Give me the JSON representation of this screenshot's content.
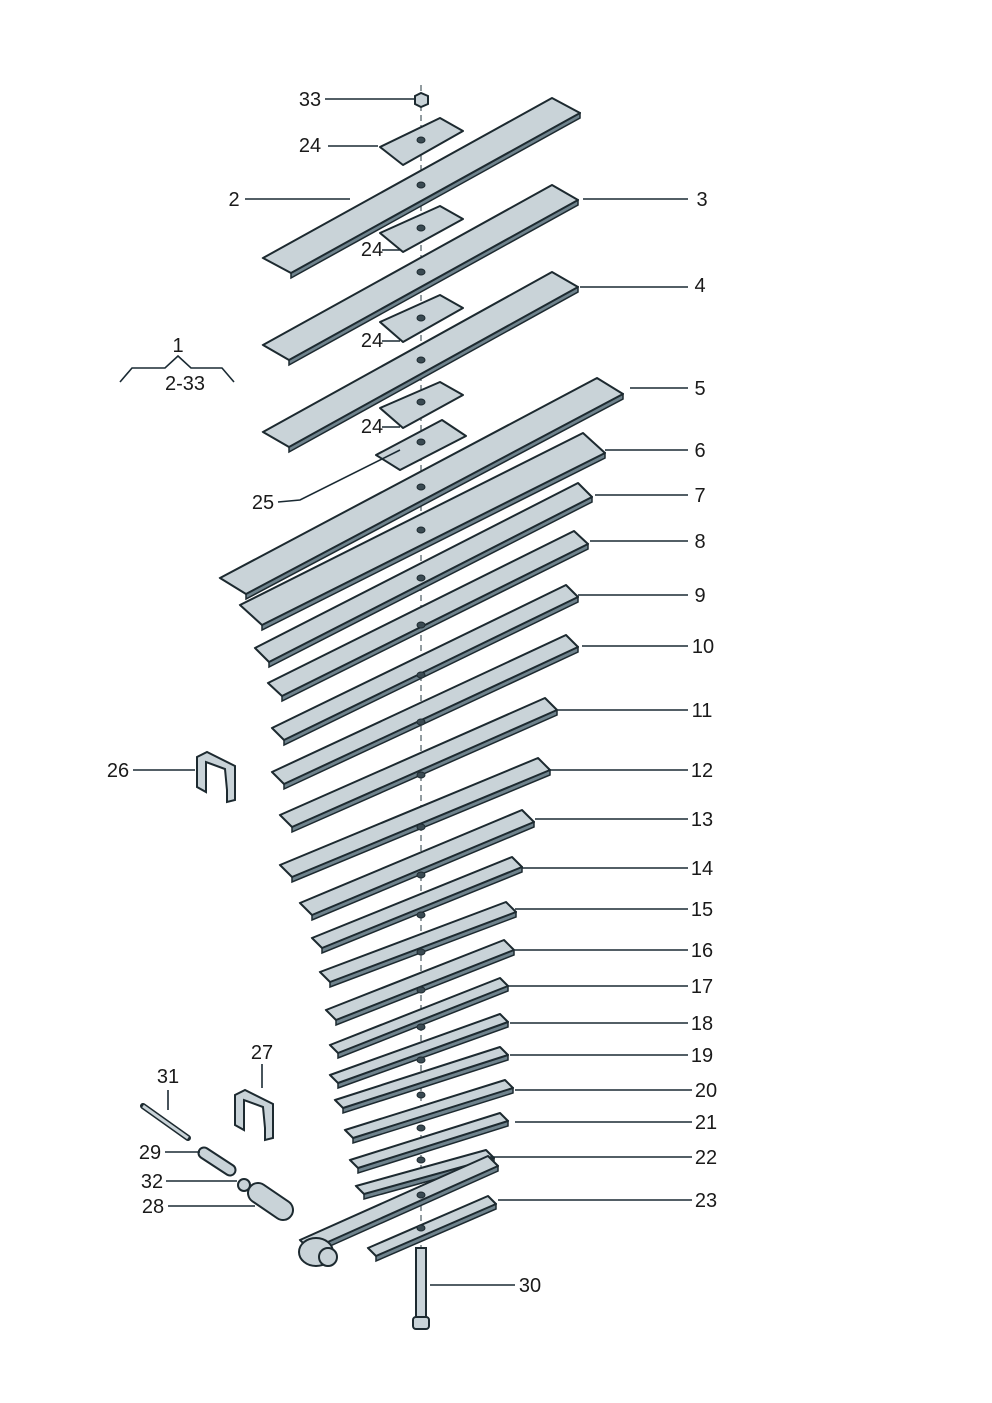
{
  "diagram": {
    "title_ref": {
      "number": "1",
      "range": "2-33"
    },
    "callouts": [
      "33",
      "24",
      "2",
      "24",
      "3",
      "4",
      "24",
      "5",
      "24",
      "25",
      "6",
      "7",
      "8",
      "9",
      "10",
      "11",
      "12",
      "13",
      "14",
      "15",
      "16",
      "17",
      "18",
      "19",
      "20",
      "21",
      "22",
      "23",
      "26",
      "27",
      "31",
      "29",
      "32",
      "28",
      "30"
    ],
    "colors": {
      "part_fill": "#c9d3d8",
      "outline": "#1d2a30",
      "shade": "#6f838d"
    }
  }
}
